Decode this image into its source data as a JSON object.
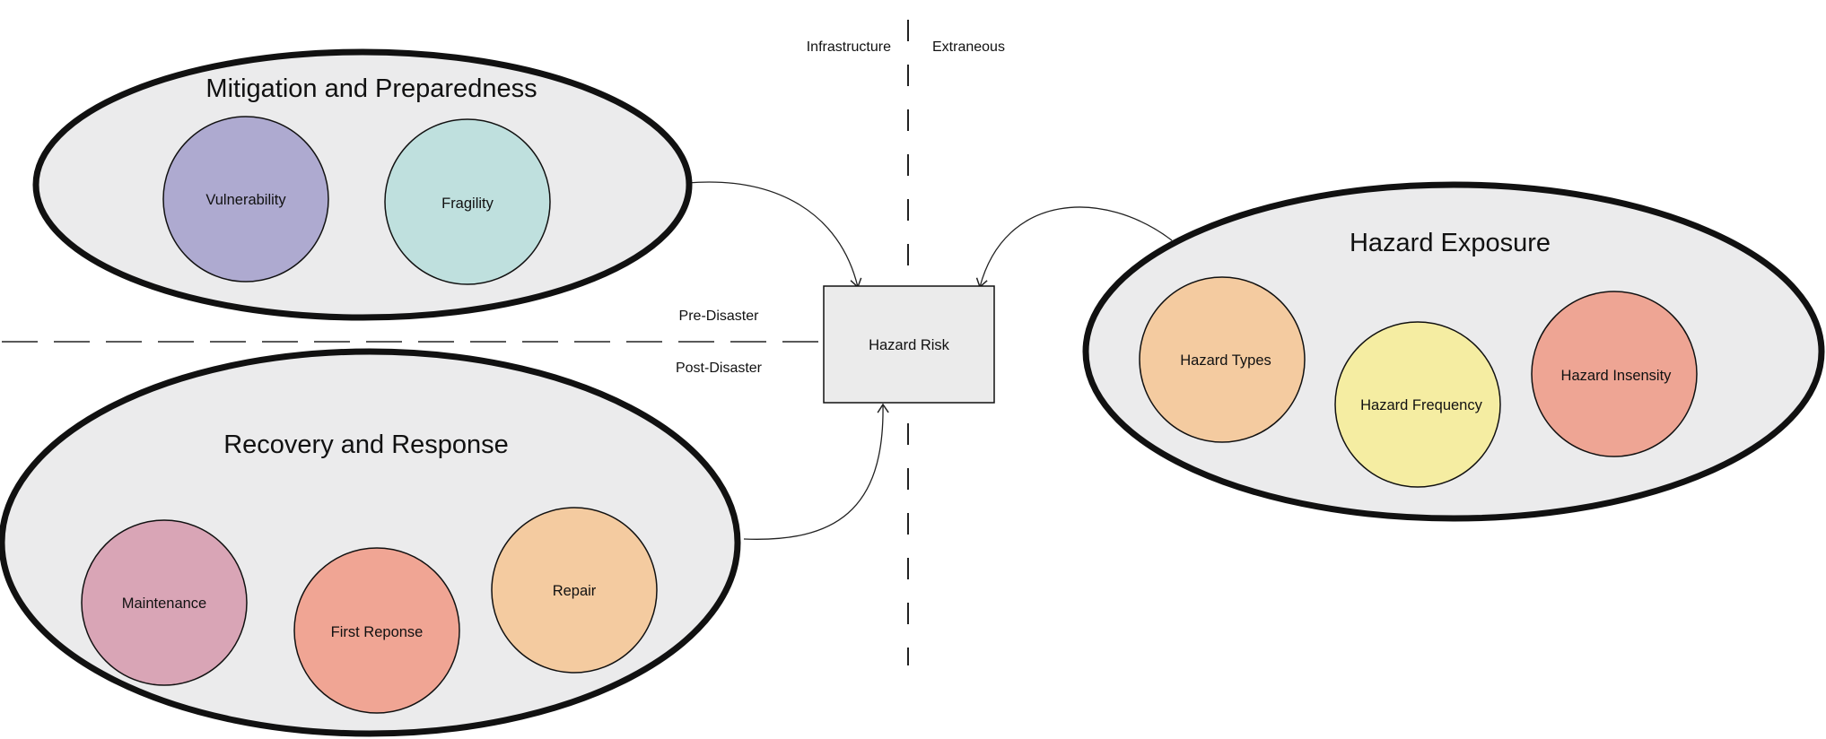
{
  "axes": {
    "vertical_left": "Infrastructure",
    "vertical_right": "Extraneous",
    "horizontal_top": "Pre-Disaster",
    "horizontal_bottom": "Post-Disaster"
  },
  "center": {
    "label": "Hazard Risk",
    "fill": "#ebebeb"
  },
  "groups": {
    "mitigation": {
      "title": "Mitigation and Preparedness",
      "nodes": [
        {
          "label": "Vulnerability",
          "color": "#aeaad0"
        },
        {
          "label": "Fragility",
          "color": "#bfe0de"
        }
      ]
    },
    "recovery": {
      "title": "Recovery and Response",
      "nodes": [
        {
          "label": "Maintenance",
          "color": "#d9a5b6"
        },
        {
          "label": "First Reponse",
          "color": "#f0a594"
        },
        {
          "label": "Repair",
          "color": "#f4cba0"
        }
      ]
    },
    "exposure": {
      "title": "Hazard Exposure",
      "nodes": [
        {
          "label": "Hazard Types",
          "color": "#f4cba0"
        },
        {
          "label": "Hazard Frequency",
          "color": "#f5eda2"
        },
        {
          "label": "Hazard Insensity",
          "color": "#eea594"
        }
      ]
    }
  },
  "colors": {
    "group_fill": "#ebebec",
    "outline": "#111111"
  }
}
